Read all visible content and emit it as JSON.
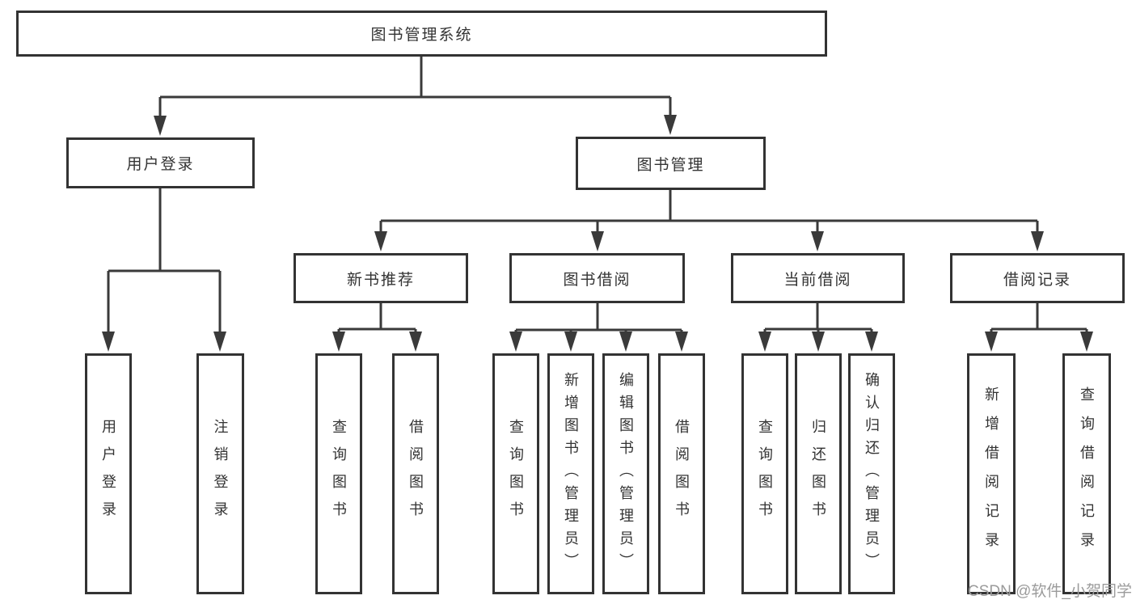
{
  "nodes": {
    "root": {
      "label": "图书管理系统"
    },
    "userLogin": {
      "label": "用户登录"
    },
    "bookMgmt": {
      "label": "图书管理"
    },
    "newBooks": {
      "label": "新书推荐"
    },
    "bookBorrow": {
      "label": "图书借阅"
    },
    "currentBorrow": {
      "label": "当前借阅"
    },
    "borrowRecords": {
      "label": "借阅记录"
    },
    "leafUserLogin": {
      "label": "用户登录"
    },
    "leafLogout": {
      "label": "注销登录"
    },
    "leafQueryBooks1": {
      "label": "查询图书"
    },
    "leafBorrowBooks1": {
      "label": "借阅图书"
    },
    "leafQueryBooks2": {
      "label": "查询图书"
    },
    "leafAddBooks": {
      "label": "新增图书（管理员）"
    },
    "leafEditBooks": {
      "label": "编辑图书（管理员）"
    },
    "leafBorrowBooks2": {
      "label": "借阅图书"
    },
    "leafQueryBooks3": {
      "label": "查询图书"
    },
    "leafReturnBooks": {
      "label": "归还图书"
    },
    "leafConfirmReturn": {
      "label": "确认归还（管理员）"
    },
    "leafAddRecord": {
      "label": "新增借阅记录"
    },
    "leafQueryRecord": {
      "label": "查询借阅记录"
    }
  },
  "hierarchy": {
    "图书管理系统": [
      "用户登录",
      "图书管理"
    ],
    "用户登录": [
      "用户登录",
      "注销登录"
    ],
    "图书管理": [
      "新书推荐",
      "图书借阅",
      "当前借阅",
      "借阅记录"
    ],
    "新书推荐": [
      "查询图书",
      "借阅图书"
    ],
    "图书借阅": [
      "查询图书",
      "新增图书（管理员）",
      "编辑图书（管理员）",
      "借阅图书"
    ],
    "当前借阅": [
      "查询图书",
      "归还图书",
      "确认归还（管理员）"
    ],
    "借阅记录": [
      "新增借阅记录",
      "查询借阅记录"
    ]
  },
  "watermark": {
    "text": "CSDN @软件_小贺同学"
  },
  "colors": {
    "line": "#3a3a3a",
    "border": "#333333",
    "text": "#333333",
    "background": "#ffffff",
    "watermark": "#9b9b9b"
  }
}
